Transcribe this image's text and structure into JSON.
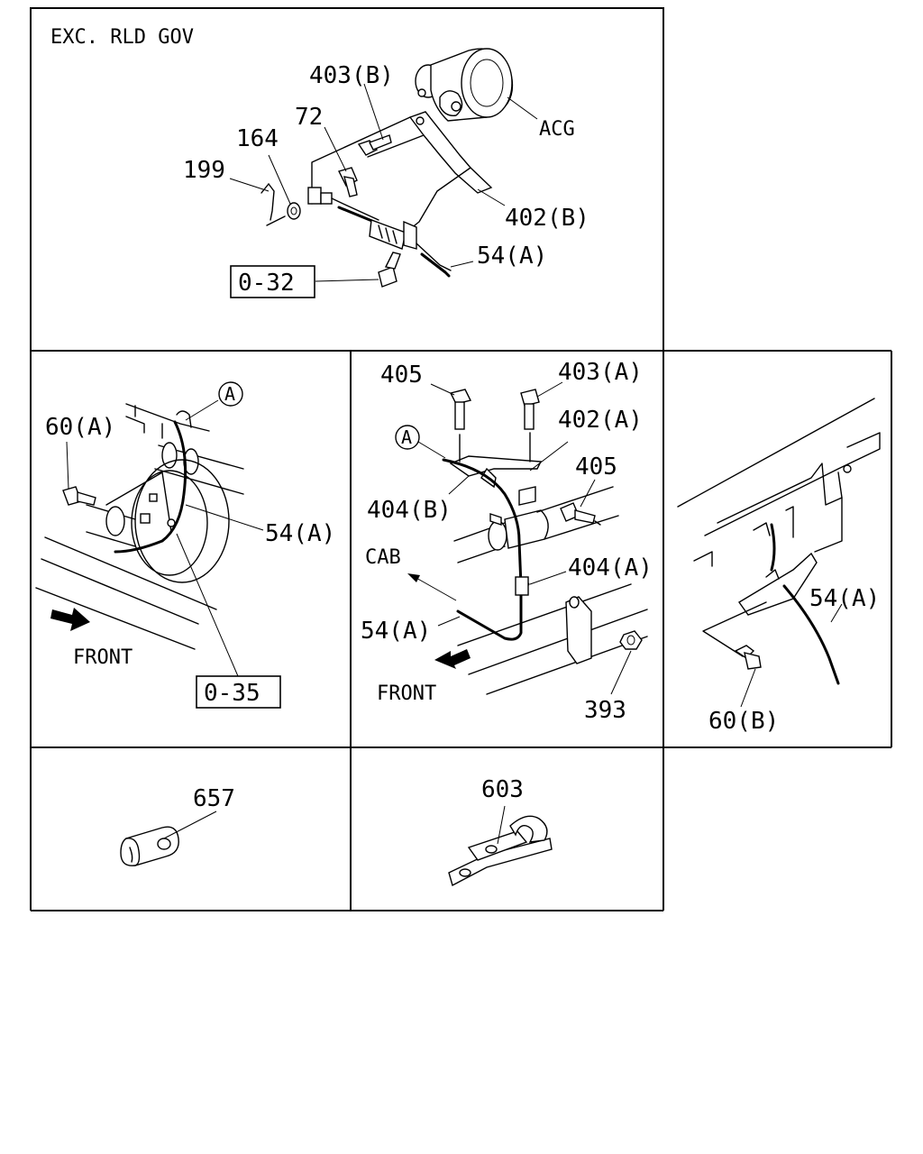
{
  "panel_top": {
    "heading": "EXC. RLD GOV",
    "labels": {
      "p403b": "403(B)",
      "p72": "72",
      "p164": "164",
      "p199": "199",
      "acg": "ACG",
      "p402b": "402(B)",
      "p54a": "54(A)",
      "ref": "0-32"
    }
  },
  "panel_left": {
    "labels": {
      "circle_a": "A",
      "p60a": "60(A)",
      "p54a": "54(A)",
      "front": "FRONT",
      "ref": "0-35"
    }
  },
  "panel_center": {
    "labels": {
      "p405_top": "405",
      "p403a": "403(A)",
      "circle_a": "A",
      "p402a": "402(A)",
      "p405_mid": "405",
      "p404b": "404(B)",
      "cab": "CAB",
      "p404a": "404(A)",
      "p54a": "54(A)",
      "front": "FRONT",
      "p393": "393"
    }
  },
  "panel_right": {
    "labels": {
      "p54a": "54(A)",
      "p60b": "60(B)"
    }
  },
  "panel_clip_left": {
    "labels": {
      "p657": "657"
    }
  },
  "panel_clip_right": {
    "labels": {
      "p603": "603"
    }
  }
}
